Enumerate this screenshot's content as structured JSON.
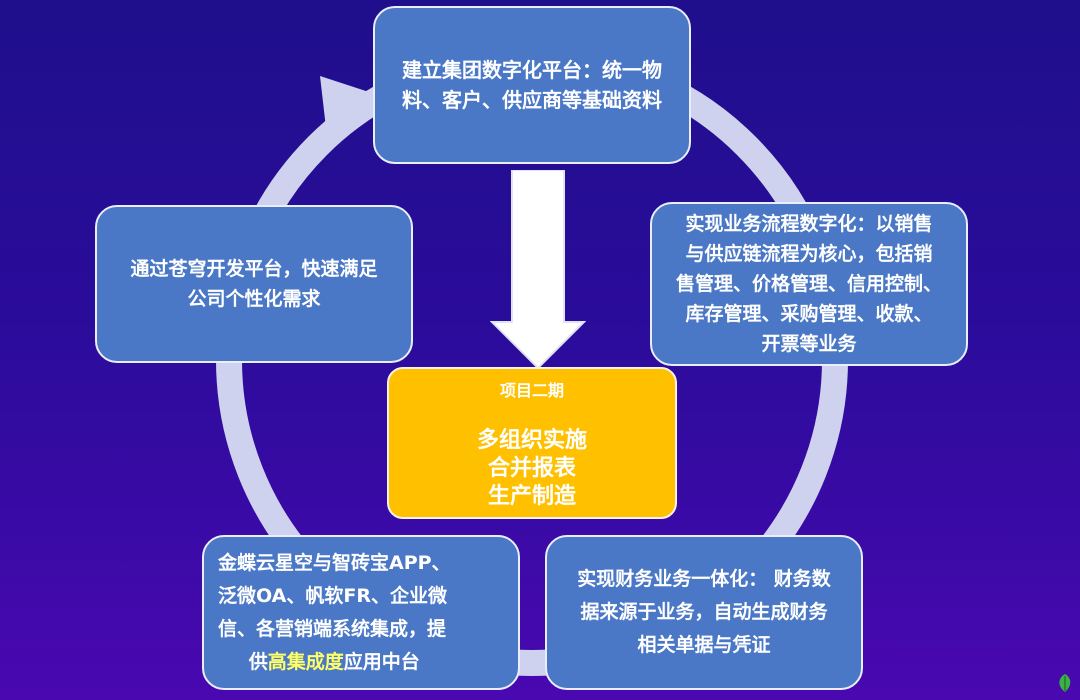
{
  "boxes": {
    "top": [
      "建立集团数字化平台：统一物",
      "料、客户、供应商等基础资料"
    ],
    "right": [
      "实现业务流程数字化：以销售",
      "与供应链流程为核心，包括销",
      "售管理、价格管理、信用控制、",
      "库存管理、采购管理、收款、",
      "开票等业务"
    ],
    "left": [
      "通过苍穹开发平台，快速满足",
      "公司个性化需求"
    ],
    "bottom_left": {
      "lines": [
        "金蝶云星空与智砖宝APP、",
        "泛微OA、帆软FR、企业微",
        "信、各营销端系统集成，提"
      ],
      "last_prefix": "供",
      "last_highlight": "高集成度",
      "last_suffix": "应用中台"
    },
    "bottom_right": [
      "实现财务业务一体化： 财务数",
      "据来源于业务，自动生成财务",
      "相关单据与凭证"
    ]
  },
  "center": {
    "title": "项目二期",
    "lines": [
      "多组织实施",
      "合并报表",
      "生产制造"
    ]
  },
  "colors": {
    "box_fill": "#4a78c6",
    "center_fill": "#ffc000",
    "ring": "#cfd2ee",
    "highlight_text": "#ffff66"
  },
  "icons": [
    "cycle-arrow-ring",
    "down-arrow-icon",
    "leaf-logo-icon"
  ]
}
